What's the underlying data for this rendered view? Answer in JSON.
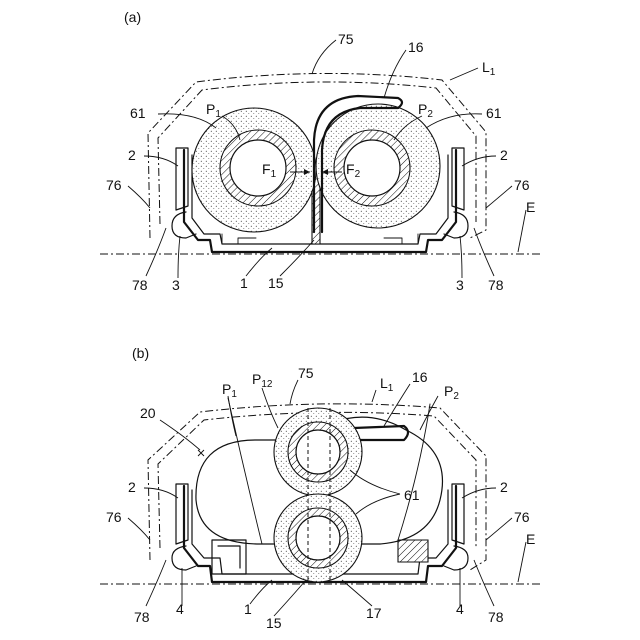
{
  "panel_a": {
    "title": "(a)",
    "labels": {
      "n75": "75",
      "n16": "16",
      "L": "L",
      "L_sub": "1",
      "P1": "P",
      "P1_sub": "1",
      "P2": "P",
      "P2_sub": "2",
      "n61_left": "61",
      "n61_right": "61",
      "n2_left": "2",
      "n2_right": "2",
      "F1": "F",
      "F1_sub": "1",
      "F2": "F",
      "F2_sub": "2",
      "n76_left": "76",
      "n76_right": "76",
      "E": "E",
      "n78_left": "78",
      "n3_left": "3",
      "n1": "1",
      "n15": "15",
      "n3_right": "3",
      "n78_right": "78"
    }
  },
  "panel_b": {
    "title": "(b)",
    "labels": {
      "L": "L",
      "L_sub": "1",
      "n75": "75",
      "P12": "P",
      "P12_sub": "12",
      "P1": "P",
      "P1_sub": "1",
      "n16": "16",
      "P2": "P",
      "P2_sub": "2",
      "n20": "20",
      "n61": "61",
      "n2_left": "2",
      "n2_right": "2",
      "n76_left": "76",
      "n76_right": "76",
      "E": "E",
      "n78_left": "78",
      "n4_left": "4",
      "n1": "1",
      "n15": "15",
      "n17": "17",
      "n4_right": "4",
      "n78_right": "78"
    }
  }
}
